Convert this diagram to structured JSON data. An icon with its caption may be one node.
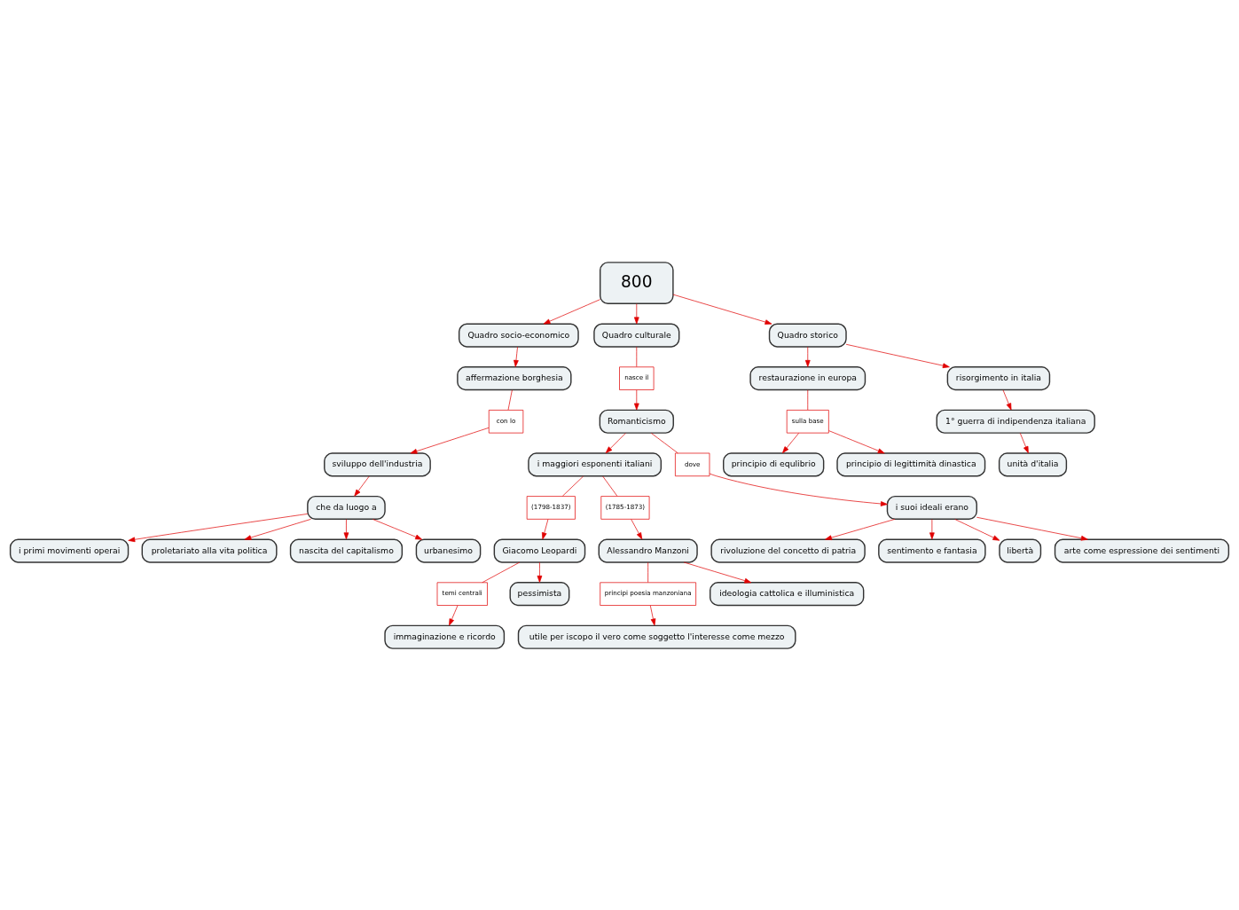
{
  "diagram": {
    "nodes": [
      {
        "text": [
          "800"
        ]
      },
      {
        "text": [
          "Quadro socio-economico"
        ]
      },
      {
        "text": [
          "affermazione borghesia"
        ]
      },
      {
        "text": [
          "con lo"
        ]
      },
      {
        "text": [
          "sviluppo dell'industria"
        ]
      },
      {
        "text": [
          "i primi movimenti operai"
        ]
      },
      {
        "text": [
          "che da luogo a"
        ]
      },
      {
        "text": [
          "proletariato alla vita politica"
        ]
      },
      {
        "text": [
          "nascita del capitalismo"
        ]
      },
      {
        "text": [
          "urbanesimo"
        ]
      },
      {
        "text": [
          "Quadro culturale"
        ]
      },
      {
        "text": [
          "nasce il"
        ]
      },
      {
        "text": [
          "Romanticismo"
        ]
      },
      {
        "text": [
          "Quadro storico"
        ]
      },
      {
        "text": [
          "restaurazione in europa"
        ]
      },
      {
        "text": [
          "sulla base"
        ]
      },
      {
        "text": [
          "principio di equlibrio"
        ]
      },
      {
        "text": [
          "principio di legittimità dinastica"
        ]
      },
      {
        "text": [
          "risorgimento in italia"
        ]
      },
      {
        "text": [
          "1° guerra di indipendenza italiana"
        ]
      },
      {
        "text": [
          "unità d'italia"
        ]
      },
      {
        "text": [
          "i maggiori esponenti italiani"
        ]
      },
      {
        "text": [
          "dove"
        ]
      },
      {
        "text": [
          "i suoi ideali erano"
        ]
      },
      {
        "text": [
          "rivoluzione del concetto di patria"
        ]
      },
      {
        "text": [
          "sentimento e fantasia"
        ]
      },
      {
        "text": [
          "libertà"
        ]
      },
      {
        "text": [
          "arte come espressione dei sentimenti"
        ]
      },
      {
        "text": [
          "(1798-1837)"
        ]
      },
      {
        "text": [
          "(1785-1873)"
        ]
      },
      {
        "text": [
          "Giacomo Leopardi"
        ]
      },
      {
        "text": [
          "temi centrali"
        ]
      },
      {
        "text": [
          "Alessandro Manzoni"
        ]
      },
      {
        "text": [
          "principi poesia manzoniana"
        ]
      },
      {
        "text": [
          "pessimista"
        ]
      },
      {
        "text": [
          "immaginazione e ricordo"
        ]
      },
      {
        "text": [
          "ideologia cattolica e illuministica"
        ]
      },
      {
        "text": [
          "utile per iscopo il vero come soggetto l'interesse come mezzo"
        ]
      }
    ],
    "edges": [
      {
        "from": 0,
        "to": 1,
        "arrow": "to"
      },
      {
        "from": 1,
        "to": 2,
        "arrow": "to"
      },
      {
        "from": 2,
        "to": 3,
        "arrow": "none"
      },
      {
        "from": 3,
        "to": 4,
        "arrow": "to"
      },
      {
        "from": 4,
        "to": 6,
        "arrow": "to"
      },
      {
        "from": 6,
        "to": 5,
        "arrow": "to"
      },
      {
        "from": 6,
        "to": 7,
        "arrow": "to"
      },
      {
        "from": 6,
        "to": 8,
        "arrow": "to"
      },
      {
        "from": 6,
        "to": 9,
        "arrow": "to"
      },
      {
        "from": 0,
        "to": 10,
        "arrow": "to"
      },
      {
        "from": 10,
        "to": 11,
        "arrow": "none"
      },
      {
        "from": 11,
        "to": 12,
        "arrow": "to"
      },
      {
        "from": 0,
        "to": 13,
        "arrow": "to"
      },
      {
        "from": 13,
        "to": 14,
        "arrow": "to"
      },
      {
        "from": 14,
        "to": 15,
        "arrow": "none"
      },
      {
        "from": 15,
        "to": 16,
        "arrow": "to"
      },
      {
        "from": 15,
        "to": 17,
        "arrow": "to"
      },
      {
        "from": 13,
        "to": 18,
        "arrow": "to"
      },
      {
        "from": 18,
        "to": 19,
        "arrow": "to"
      },
      {
        "from": 19,
        "to": 20,
        "arrow": "to"
      },
      {
        "from": 12,
        "to": 21,
        "arrow": "to"
      },
      {
        "from": 12,
        "to": 22,
        "arrow": "none"
      },
      {
        "from": 22,
        "to": 23,
        "arrow": "to"
      },
      {
        "from": 23,
        "to": 24,
        "arrow": "to"
      },
      {
        "from": 23,
        "to": 25,
        "arrow": "to"
      },
      {
        "from": 23,
        "to": 26,
        "arrow": "to"
      },
      {
        "from": 23,
        "to": 27,
        "arrow": "to"
      },
      {
        "from": 21,
        "to": 28,
        "arrow": "none"
      },
      {
        "from": 21,
        "to": 29,
        "arrow": "none"
      },
      {
        "from": 28,
        "to": 30,
        "arrow": "to"
      },
      {
        "from": 29,
        "to": 32,
        "arrow": "to"
      },
      {
        "from": 30,
        "to": 31,
        "arrow": "none"
      },
      {
        "from": 31,
        "to": 35,
        "arrow": "to"
      },
      {
        "from": 30,
        "to": 34,
        "arrow": "to"
      },
      {
        "from": 32,
        "to": 33,
        "arrow": "none"
      },
      {
        "from": 33,
        "to": 37,
        "arrow": "to"
      },
      {
        "from": 32,
        "to": 36,
        "arrow": "to"
      }
    ]
  }
}
